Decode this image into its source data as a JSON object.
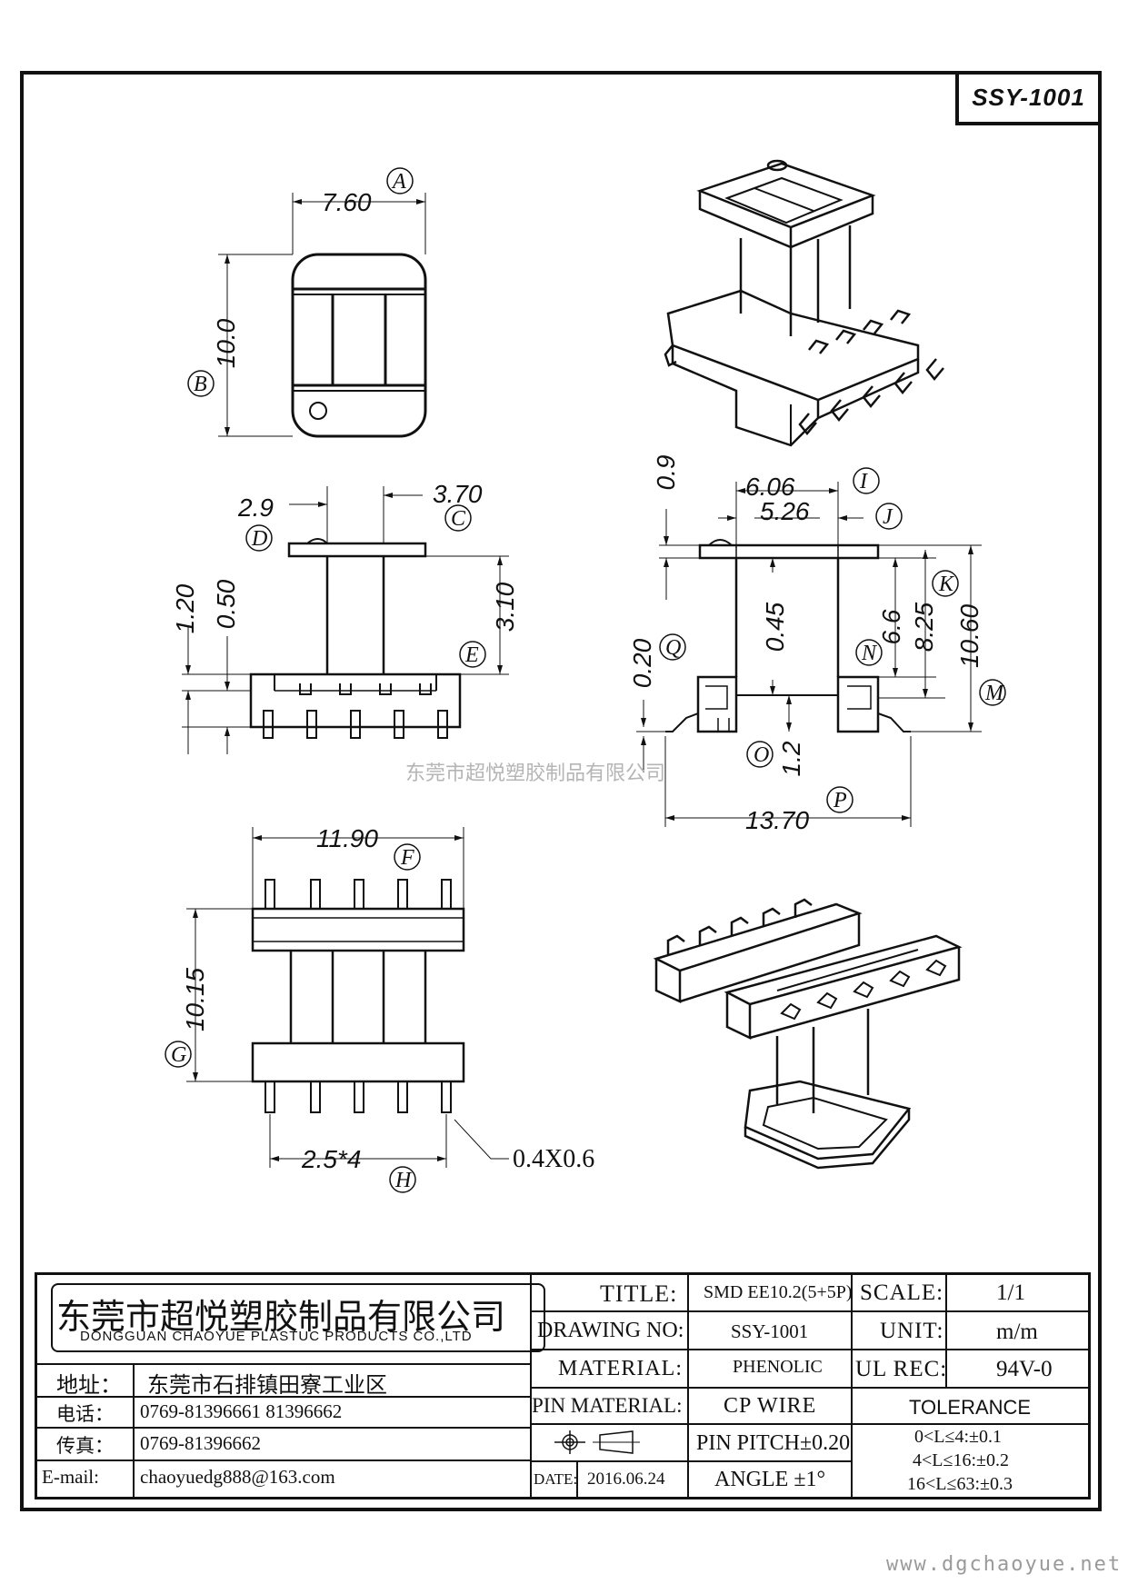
{
  "drawing_no_box": "SSY-1001",
  "watermark": "东莞市超悦塑胶制品有限公司",
  "website": "www.dgchaoyue.net",
  "dimensions": {
    "a": "7.60",
    "b": "10.0",
    "d": "2.9",
    "c": "3.70",
    "v120": "1.20",
    "v050": "0.50",
    "e": "3.10",
    "i": "6.06",
    "j": "5.26",
    "v09": "0.9",
    "v66": "6.6",
    "v825": "8.25",
    "m": "10.60",
    "v045": "0.45",
    "q": "0.20",
    "o": "1.2",
    "p": "13.70",
    "f": "11.90",
    "g": "10.15",
    "h": "2.5*4",
    "pin": "0.4X0.6"
  },
  "tags": {
    "a": "A",
    "b": "B",
    "c": "C",
    "d": "D",
    "e": "E",
    "f": "F",
    "g": "G",
    "h": "H",
    "i": "I",
    "j": "J",
    "k": "K",
    "m": "M",
    "n": "N",
    "o": "O",
    "p": "P",
    "q": "Q"
  },
  "title_block": {
    "company_cn": "东莞市超悦塑胶制品有限公司",
    "company_en": "DONGGUAN CHAOYUE PLASTUC PRODUCTS CO.,LTD",
    "address_label": "地址：",
    "address_value": "东莞市石排镇田寮工业区",
    "phone_label": "电话：",
    "phone_value": "0769-81396661   81396662",
    "fax_label": "传真：",
    "fax_value": "0769-81396662",
    "email_label": "E-mail:",
    "email_value": "chaoyuedg888@163.com",
    "title_label": "TITLE:",
    "title_value": "SMD EE10.2(5+5P)",
    "drawing_no_label": "DRAWING NO:",
    "drawing_no_value": "SSY-1001",
    "material_label": "MATERIAL:",
    "material_value": "PHENOLIC",
    "pin_material_label": "PIN MATERIAL:",
    "pin_material_value": "CP WIRE",
    "pin_pitch": "PIN PITCH±0.20",
    "date_label": "DATE:",
    "date_value": "2016.06.24",
    "angle": "ANGLE  ±1°",
    "scale_label": "SCALE:",
    "scale_value": "1/1",
    "unit_label": "UNIT:",
    "unit_value": "m/m",
    "ul_label": "UL REC:",
    "ul_value": "94V-0",
    "tolerance_label": "TOLERANCE",
    "tolerance_rows": [
      "0<L≤4:±0.1",
      "4<L≤16:±0.2",
      "16<L≤63:±0.3"
    ]
  }
}
